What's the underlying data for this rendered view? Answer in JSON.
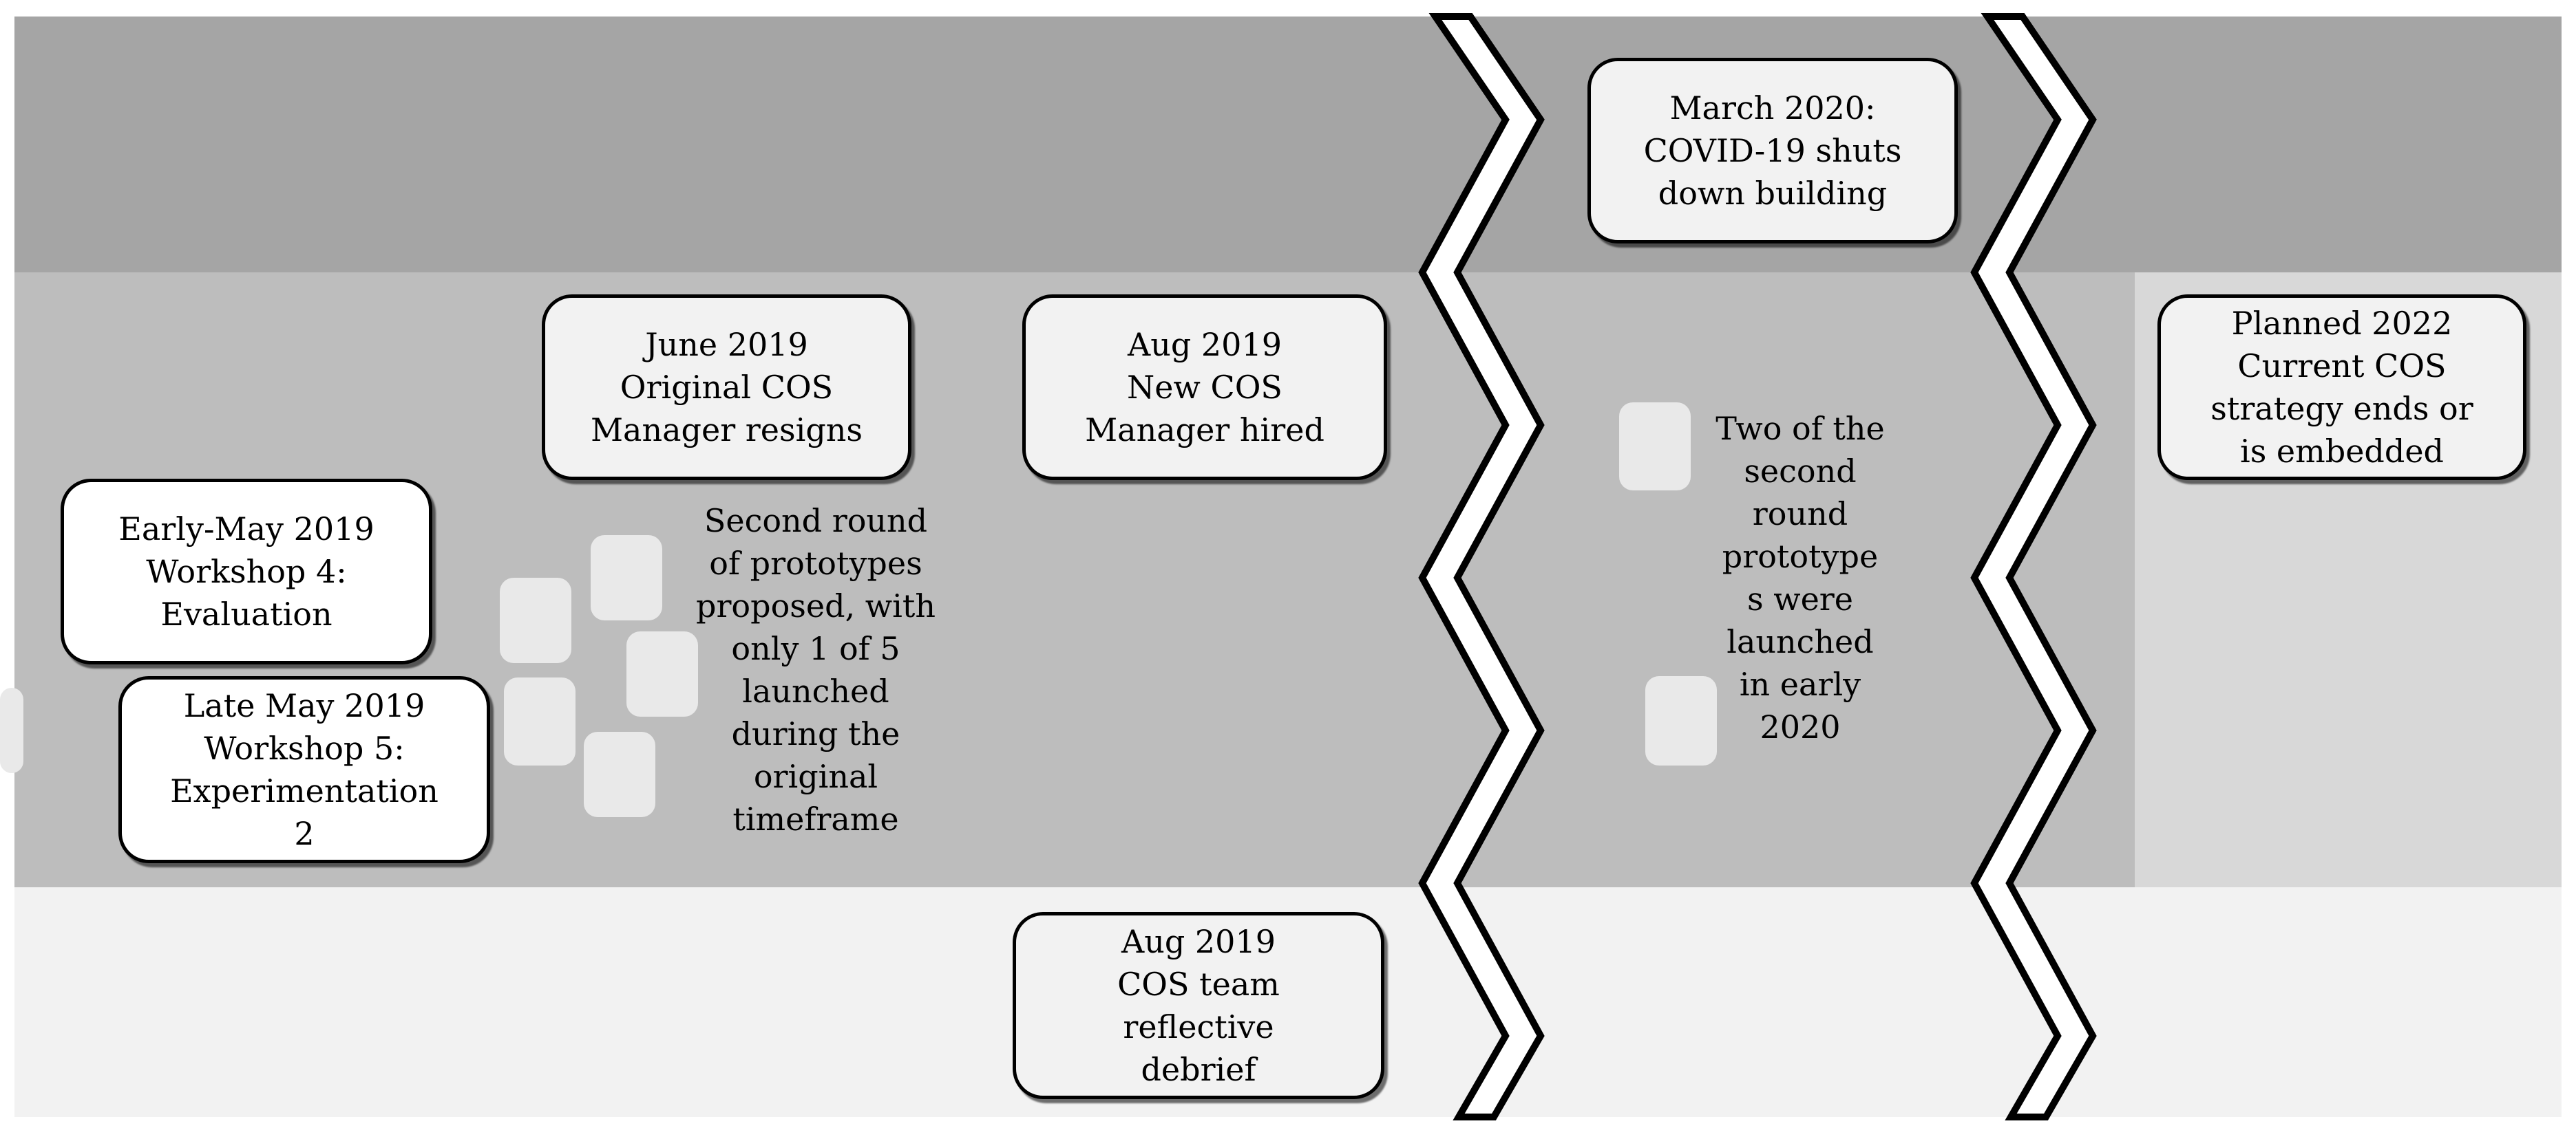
{
  "diagram": {
    "events": {
      "covid": "March 2020:\nCOVID-19 shuts\ndown building",
      "june_2019": "June 2019\nOriginal COS\nManager resigns",
      "aug_2019_hired": "Aug 2019\nNew COS\nManager hired",
      "planned_2022": "Planned 2022\nCurrent COS\nstrategy ends or\nis embedded",
      "workshop_4": "Early-May 2019\nWorkshop 4:\nEvaluation",
      "workshop_5": "Late May 2019\nWorkshop 5:\nExperimentation\n2",
      "aug_2019_debrief": "Aug 2019\nCOS team\nreflective\ndebrief"
    },
    "notes": {
      "second_round": "Second round\nof prototypes\nproposed, with\nonly 1 of 5\nlaunched\nduring the\noriginal\ntimeframe",
      "two_launched": "Two of the\nsecond\nround\nprototype\ns were\nlaunched\nin early\n2020"
    },
    "colors": {
      "top_band": "#a5a5a5",
      "middle_band": "#bdbdbd",
      "middle_band_right": "#d8d8d8",
      "bottom_band": "#f2f2f2",
      "node_fill": "#f2f2f2",
      "node_border": "#000000"
    }
  }
}
